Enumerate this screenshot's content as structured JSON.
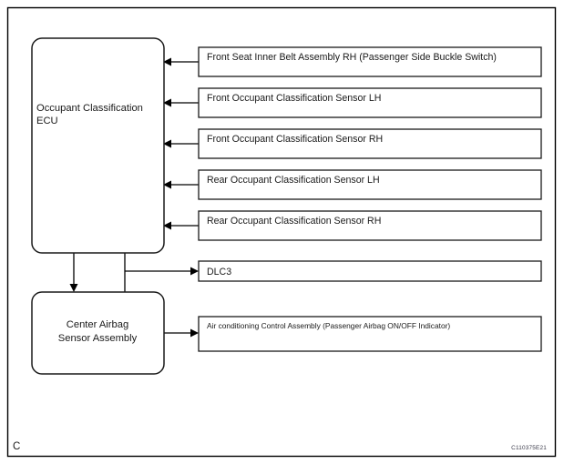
{
  "page": {
    "corner_mark": "C",
    "reference_code": "C110375E21",
    "background_color": "#ffffff",
    "line_color": "#000000"
  },
  "units": [
    {
      "id": "occupant-classification-ecu",
      "line1": "Occupant Classification",
      "line2": "ECU",
      "align": "left"
    },
    {
      "id": "center-airbag-sensor-assembly",
      "line1": "Center Airbag",
      "line2": "Sensor Assembly",
      "align": "center"
    }
  ],
  "sensors": [
    {
      "id": "front-seat-inner-belt-assembly-rh",
      "label": "Front Seat Inner Belt Assembly RH (Passenger Side Buckle Switch)",
      "size": "normal",
      "direction": "to-ecu"
    },
    {
      "id": "front-occupant-classification-sensor-lh",
      "label": "Front Occupant Classification Sensor LH",
      "size": "normal",
      "direction": "to-ecu"
    },
    {
      "id": "front-occupant-classification-sensor-rh",
      "label": "Front Occupant Classification Sensor RH",
      "size": "normal",
      "direction": "to-ecu"
    },
    {
      "id": "rear-occupant-classification-sensor-lh",
      "label": "Rear Occupant Classification Sensor LH",
      "size": "normal",
      "direction": "to-ecu"
    },
    {
      "id": "rear-occupant-classification-sensor-rh",
      "label": "Rear Occupant Classification Sensor RH",
      "size": "normal",
      "direction": "to-ecu"
    },
    {
      "id": "dlc3",
      "label": "DLC3",
      "size": "normal",
      "direction": "from-ecu"
    },
    {
      "id": "air-conditioning-control-assembly",
      "label": "Air conditioning Control Assembly (Passenger Airbag ON/OFF Indicator)",
      "size": "small",
      "direction": "from-airbag-sensor"
    }
  ]
}
